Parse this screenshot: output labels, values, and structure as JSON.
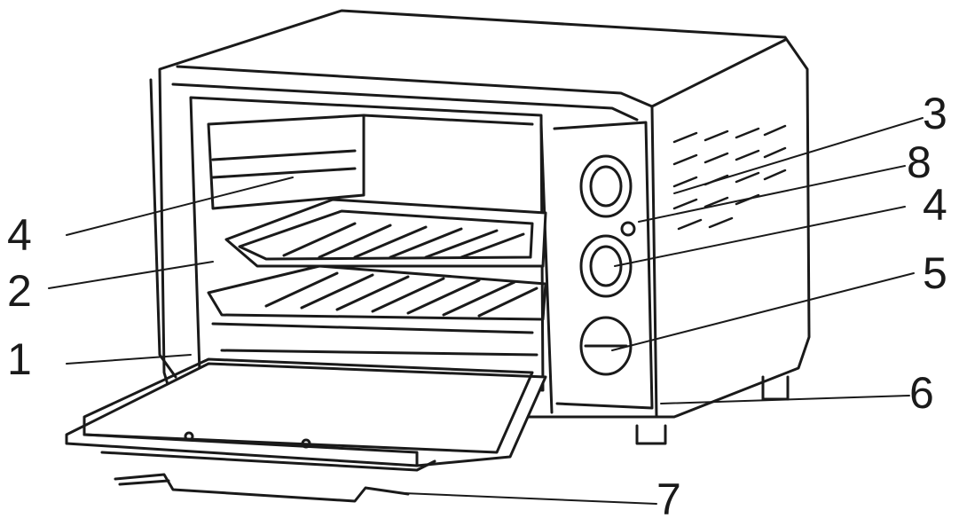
{
  "colors": {
    "stroke": "#1a1a1a",
    "fill": "#ffffff",
    "shade": "#dcdcdc"
  },
  "callouts": [
    {
      "id": "label-1",
      "text": "1"
    },
    {
      "id": "label-2",
      "text": "2"
    },
    {
      "id": "label-3",
      "text": "3"
    },
    {
      "id": "label-4-left",
      "text": "4"
    },
    {
      "id": "label-4-right",
      "text": "4"
    },
    {
      "id": "label-5",
      "text": "5"
    },
    {
      "id": "label-6",
      "text": "6"
    },
    {
      "id": "label-7",
      "text": "7"
    },
    {
      "id": "label-8",
      "text": "8"
    }
  ]
}
